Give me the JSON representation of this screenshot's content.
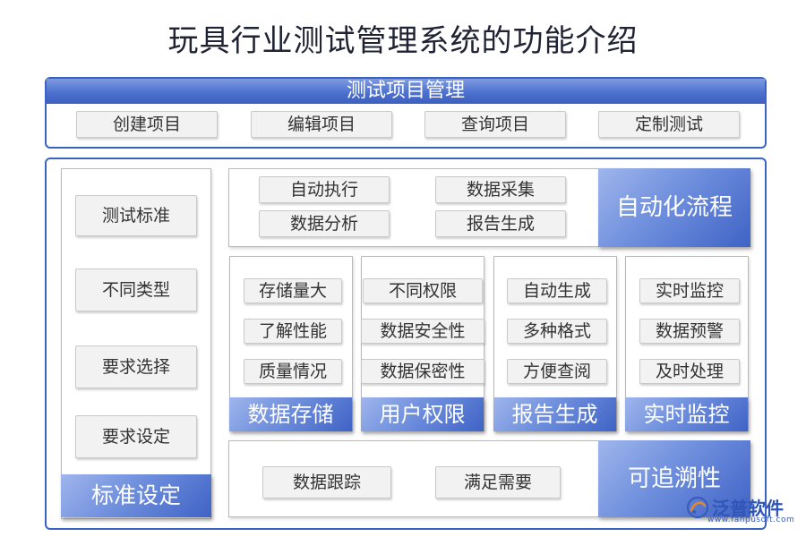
{
  "title": "玩具行业测试管理系统的功能介绍",
  "top_section": {
    "header": "测试项目管理",
    "items": [
      "创建项目",
      "编辑项目",
      "查询项目",
      "定制测试"
    ]
  },
  "standards": {
    "items": [
      "测试标准",
      "不同类型",
      "要求选择",
      "要求设定"
    ],
    "tag": "标准设定"
  },
  "automation": {
    "items": [
      "自动执行",
      "数据采集",
      "数据分析",
      "报告生成"
    ],
    "tag": "自动化流程"
  },
  "modules": [
    {
      "items": [
        "存储量大",
        "了解性能",
        "质量情况"
      ],
      "tag": "数据存储"
    },
    {
      "items": [
        "不同权限",
        "数据安全性",
        "数据保密性"
      ],
      "tag": "用户权限"
    },
    {
      "items": [
        "自动生成",
        "多种格式",
        "方便查阅"
      ],
      "tag": "报告生成"
    },
    {
      "items": [
        "实时监控",
        "数据预警",
        "及时处理"
      ],
      "tag": "实时监控"
    }
  ],
  "traceability": {
    "items": [
      "数据跟踪",
      "满足需要"
    ],
    "tag": "可追溯性"
  },
  "logo": {
    "name": "泛普软件",
    "url": "www.fanpusoft.com"
  },
  "colors": {
    "accent": "#3b63c4",
    "tag_light": "#9fb5ec",
    "tag_dark": "#3f63c6",
    "chip_bg": "#f2f2f2"
  }
}
